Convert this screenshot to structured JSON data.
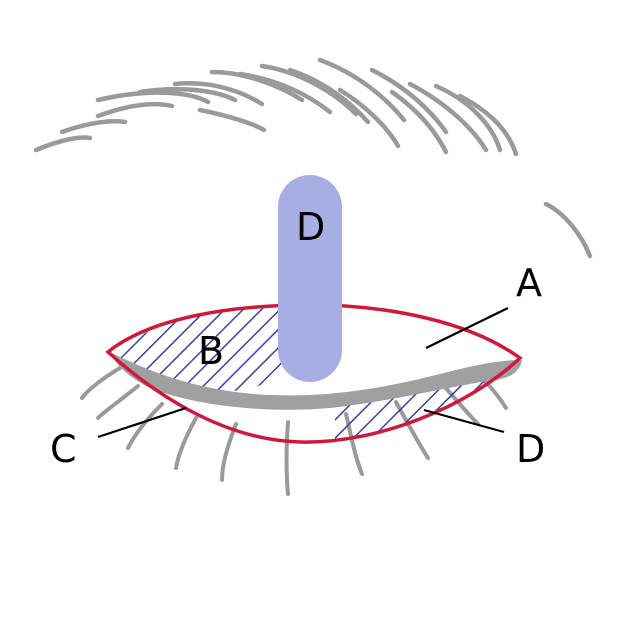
{
  "labels": {
    "a": "A",
    "b": "B",
    "c": "C",
    "d_pad": "D",
    "d_lower": "D"
  },
  "colors": {
    "outline": "#d0193a",
    "hatch": "#3c3fa3",
    "pad": "#a6aee3",
    "lash_line": "#a0a0a0",
    "hair": "#9a9a9a"
  }
}
